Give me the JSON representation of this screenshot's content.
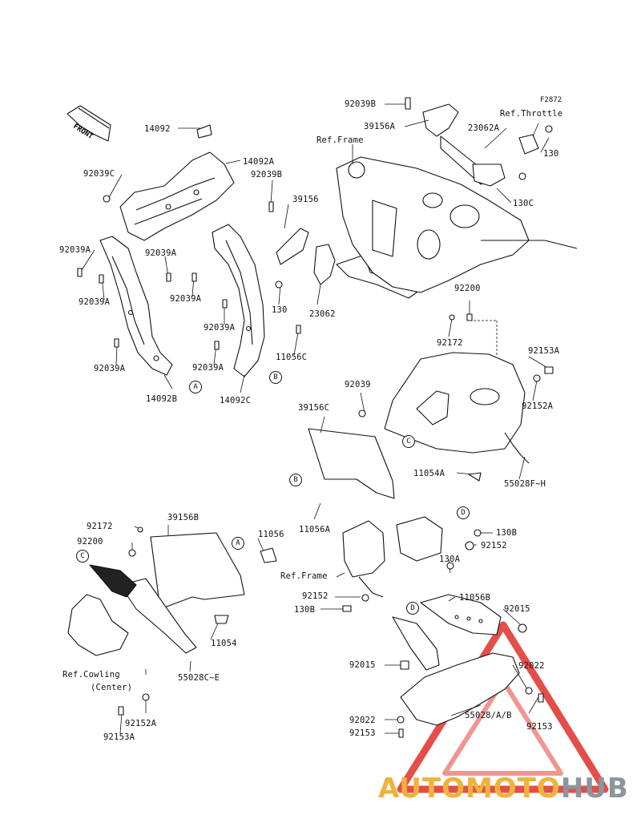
{
  "figure_code": "F2872",
  "front_label": "FRONT",
  "labels": [
    {
      "id": "l1",
      "text": "92039B"
    },
    {
      "id": "l2",
      "text": "39156A"
    },
    {
      "id": "l3",
      "text": "23062A"
    },
    {
      "id": "l4",
      "text": "Ref.Throttle"
    },
    {
      "id": "l5",
      "text": "130"
    },
    {
      "id": "l6",
      "text": "130C"
    },
    {
      "id": "l7",
      "text": "Ref.Frame"
    },
    {
      "id": "l8",
      "text": "14092"
    },
    {
      "id": "l9",
      "text": "14092A"
    },
    {
      "id": "l10",
      "text": "92039C"
    },
    {
      "id": "l11",
      "text": "92039B"
    },
    {
      "id": "l12",
      "text": "39156"
    },
    {
      "id": "l13",
      "text": "92039A"
    },
    {
      "id": "l14",
      "text": "92039A"
    },
    {
      "id": "l15",
      "text": "92039A"
    },
    {
      "id": "l16",
      "text": "92039A"
    },
    {
      "id": "l17",
      "text": "130"
    },
    {
      "id": "l18",
      "text": "23062"
    },
    {
      "id": "l19",
      "text": "92039A"
    },
    {
      "id": "l20",
      "text": "11056C"
    },
    {
      "id": "l21",
      "text": "92200"
    },
    {
      "id": "l22",
      "text": "92172"
    },
    {
      "id": "l23",
      "text": "92039A"
    },
    {
      "id": "l24",
      "text": "92039A"
    },
    {
      "id": "l25",
      "text": "92153A"
    },
    {
      "id": "l26",
      "text": "14092B"
    },
    {
      "id": "l27",
      "text": "14092C"
    },
    {
      "id": "l28",
      "text": "92039"
    },
    {
      "id": "l29",
      "text": "92152A"
    },
    {
      "id": "l30",
      "text": "39156C"
    },
    {
      "id": "l31",
      "text": "11054A"
    },
    {
      "id": "l32",
      "text": "55028F~H"
    },
    {
      "id": "l33",
      "text": "11056A"
    },
    {
      "id": "l34",
      "text": "92172"
    },
    {
      "id": "l35",
      "text": "39156B"
    },
    {
      "id": "l36",
      "text": "92200"
    },
    {
      "id": "l37",
      "text": "11056"
    },
    {
      "id": "l38",
      "text": "130B"
    },
    {
      "id": "l39",
      "text": "92152"
    },
    {
      "id": "l40",
      "text": "130A"
    },
    {
      "id": "l41",
      "text": "Ref.Frame"
    },
    {
      "id": "l42",
      "text": "92152"
    },
    {
      "id": "l43",
      "text": "11056B"
    },
    {
      "id": "l44",
      "text": "130B"
    },
    {
      "id": "l45",
      "text": "92015"
    },
    {
      "id": "l46",
      "text": "11054"
    },
    {
      "id": "l47",
      "text": "Ref.Cowling"
    },
    {
      "id": "l48",
      "text": "(Center)"
    },
    {
      "id": "l49",
      "text": "55028C~E"
    },
    {
      "id": "l50",
      "text": "92015"
    },
    {
      "id": "l51",
      "text": "92022"
    },
    {
      "id": "l52",
      "text": "55028/A/B"
    },
    {
      "id": "l53",
      "text": "92152A"
    },
    {
      "id": "l54",
      "text": "92022"
    },
    {
      "id": "l55",
      "text": "92153"
    },
    {
      "id": "l56",
      "text": "92153A"
    },
    {
      "id": "l57",
      "text": "92153"
    }
  ],
  "callouts": [
    {
      "id": "cA1",
      "text": "A"
    },
    {
      "id": "cB1",
      "text": "B"
    },
    {
      "id": "cC1",
      "text": "C"
    },
    {
      "id": "cB2",
      "text": "B"
    },
    {
      "id": "cA2",
      "text": "A"
    },
    {
      "id": "cC2",
      "text": "C"
    },
    {
      "id": "cD1",
      "text": "D"
    },
    {
      "id": "cD2",
      "text": "D"
    }
  ],
  "watermark": {
    "part1": "AUTOMOTO",
    "part2": "HUB",
    "color1": "#f0b23a",
    "color2": "#8e959c",
    "triangle_color": "#e0302a"
  }
}
